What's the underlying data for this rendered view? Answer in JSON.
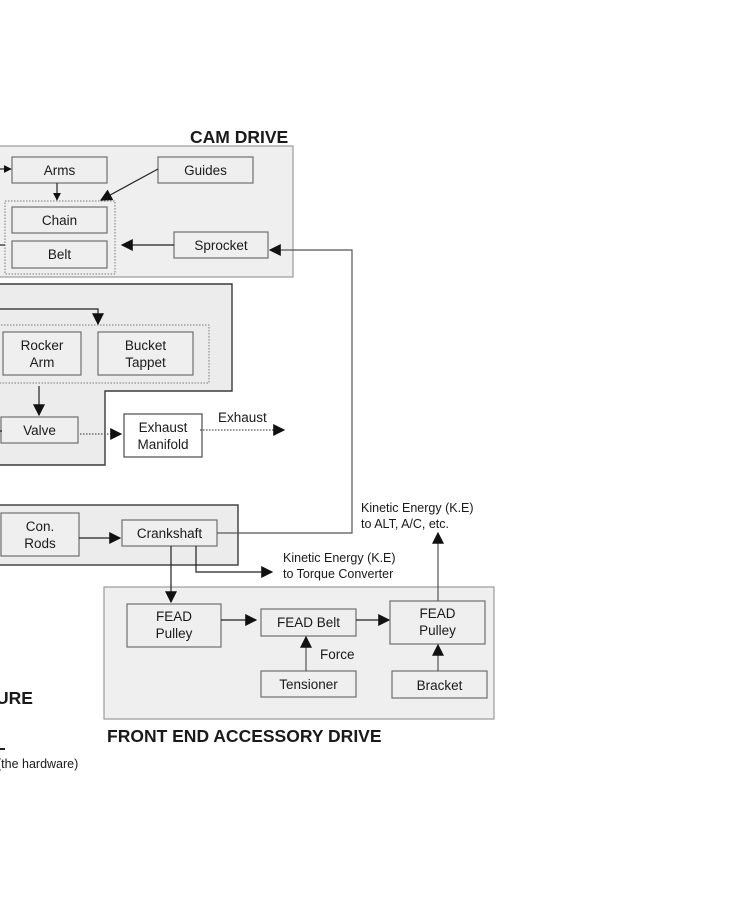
{
  "sections": {
    "cam_drive": "CAM DRIVE",
    "front_end_accessory_drive": "FRONT END ACCESSORY DRIVE",
    "structure_partial": "URE",
    "hardware_note_partial": "(the hardware)"
  },
  "nodes": {
    "arms": "Arms",
    "guides": "Guides",
    "chain": "Chain",
    "belt": "Belt",
    "sprocket": "Sprocket",
    "rocker_arm": [
      "Rocker",
      "Arm"
    ],
    "bucket_tappet": [
      "Bucket",
      "Tappet"
    ],
    "valve": "Valve",
    "exhaust_manifold": [
      "Exhaust",
      "Manifold"
    ],
    "con_rods": [
      "Con.",
      "Rods"
    ],
    "crankshaft": "Crankshaft",
    "fead_pulley_left": [
      "FEAD",
      "Pulley"
    ],
    "fead_belt": "FEAD Belt",
    "fead_pulley_right": [
      "FEAD",
      "Pulley"
    ],
    "tensioner": "Tensioner",
    "bracket": "Bracket"
  },
  "annotations": {
    "exhaust": "Exhaust",
    "force": "Force",
    "ke_alt": [
      "Kinetic Energy (K.E)",
      "to ALT, A/C, etc."
    ],
    "ke_torque": [
      "Kinetic Energy (K.E)",
      "to Torque Converter"
    ]
  }
}
